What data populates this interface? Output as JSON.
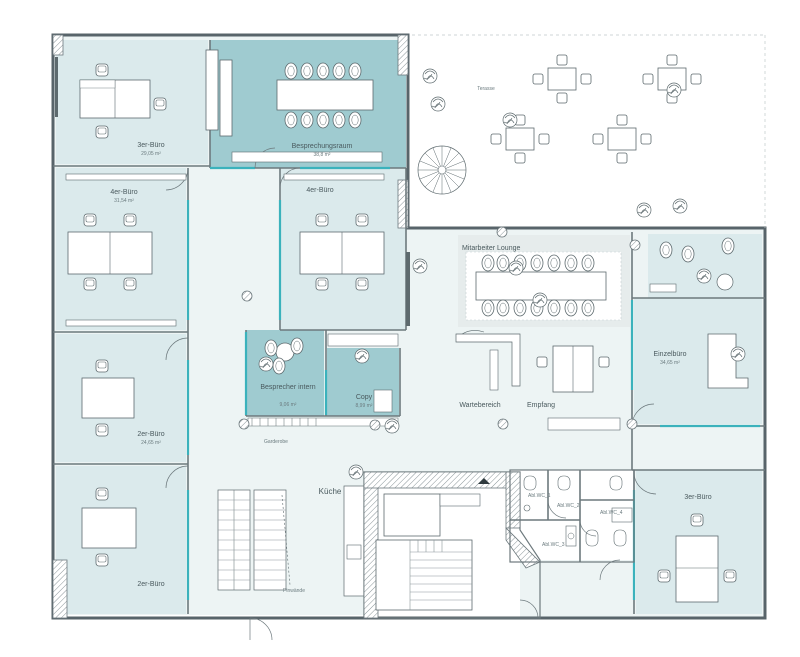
{
  "rooms": {
    "buero_3er_top": {
      "name": "3er-Büro",
      "area": "29,05 m²"
    },
    "besprechungsraum": {
      "name": "Besprechungsraum",
      "area": "38,8 m²"
    },
    "buero_4er_left": {
      "name": "4er-Büro",
      "area": "31,54 m²"
    },
    "buero_4er_mid": {
      "name": "4er-Büro",
      "area": ""
    },
    "buero_2er_mid": {
      "name": "2er-Büro",
      "area": "24,65 m²"
    },
    "buero_2er_bottom": {
      "name": "2er-Büro",
      "area": ""
    },
    "besprecher_intern": {
      "name": "Besprecher intern",
      "area": "9,06 m²"
    },
    "copy": {
      "name": "Copy",
      "area": "8,99 m²"
    },
    "mitarbeiter_lounge": {
      "name": "Mitarbeiter Lounge"
    },
    "einzelbuero": {
      "name": "Einzelbüro",
      "area": "34,65 m²"
    },
    "buero_3er_right": {
      "name": "3er-Büro"
    },
    "wartebereich": {
      "name": "Wartebereich"
    },
    "empfang": {
      "name": "Empfang"
    },
    "kueche": {
      "name": "Küche"
    },
    "terrasse": {
      "name": "Terasse"
    },
    "garderobe": {
      "name": "Garderobe"
    },
    "pinwaende": {
      "name": "Pinwände"
    }
  },
  "sanitary": [
    {
      "id": "wc1",
      "label": "Abl.WC_1"
    },
    {
      "id": "wc2",
      "label": "Abl.WC_2"
    },
    {
      "id": "wc3",
      "label": "Abl.WC_3"
    },
    {
      "id": "wc4",
      "label": "Abl.WC_4"
    }
  ],
  "colors": {
    "wall": "#58646a",
    "room_light": "#dbeaec",
    "room_teal": "#9fcbd0",
    "glass": "#3bb2bc",
    "corridor": "#edf4f4"
  }
}
